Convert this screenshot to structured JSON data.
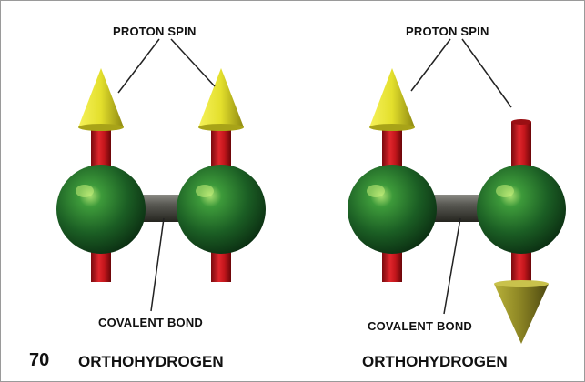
{
  "panels": [
    {
      "spin_label": "PROTON SPIN",
      "bond_label": "COVALENT BOND",
      "caption": "ORTHOHYDROGEN",
      "spins": [
        "up",
        "up"
      ]
    },
    {
      "spin_label": "PROTON SPIN",
      "bond_label": "COVALENT BOND",
      "caption": "ORTHOHYDROGEN",
      "spins": [
        "up",
        "down"
      ]
    }
  ],
  "page_number": "70",
  "colors": {
    "atom": "#1f6b2a",
    "spin_arrow_shaft": "#c4161c",
    "spin_arrow_head_up": "#e8e43a",
    "spin_arrow_head_down": "#8a8420",
    "bond": "#4a4a45"
  }
}
